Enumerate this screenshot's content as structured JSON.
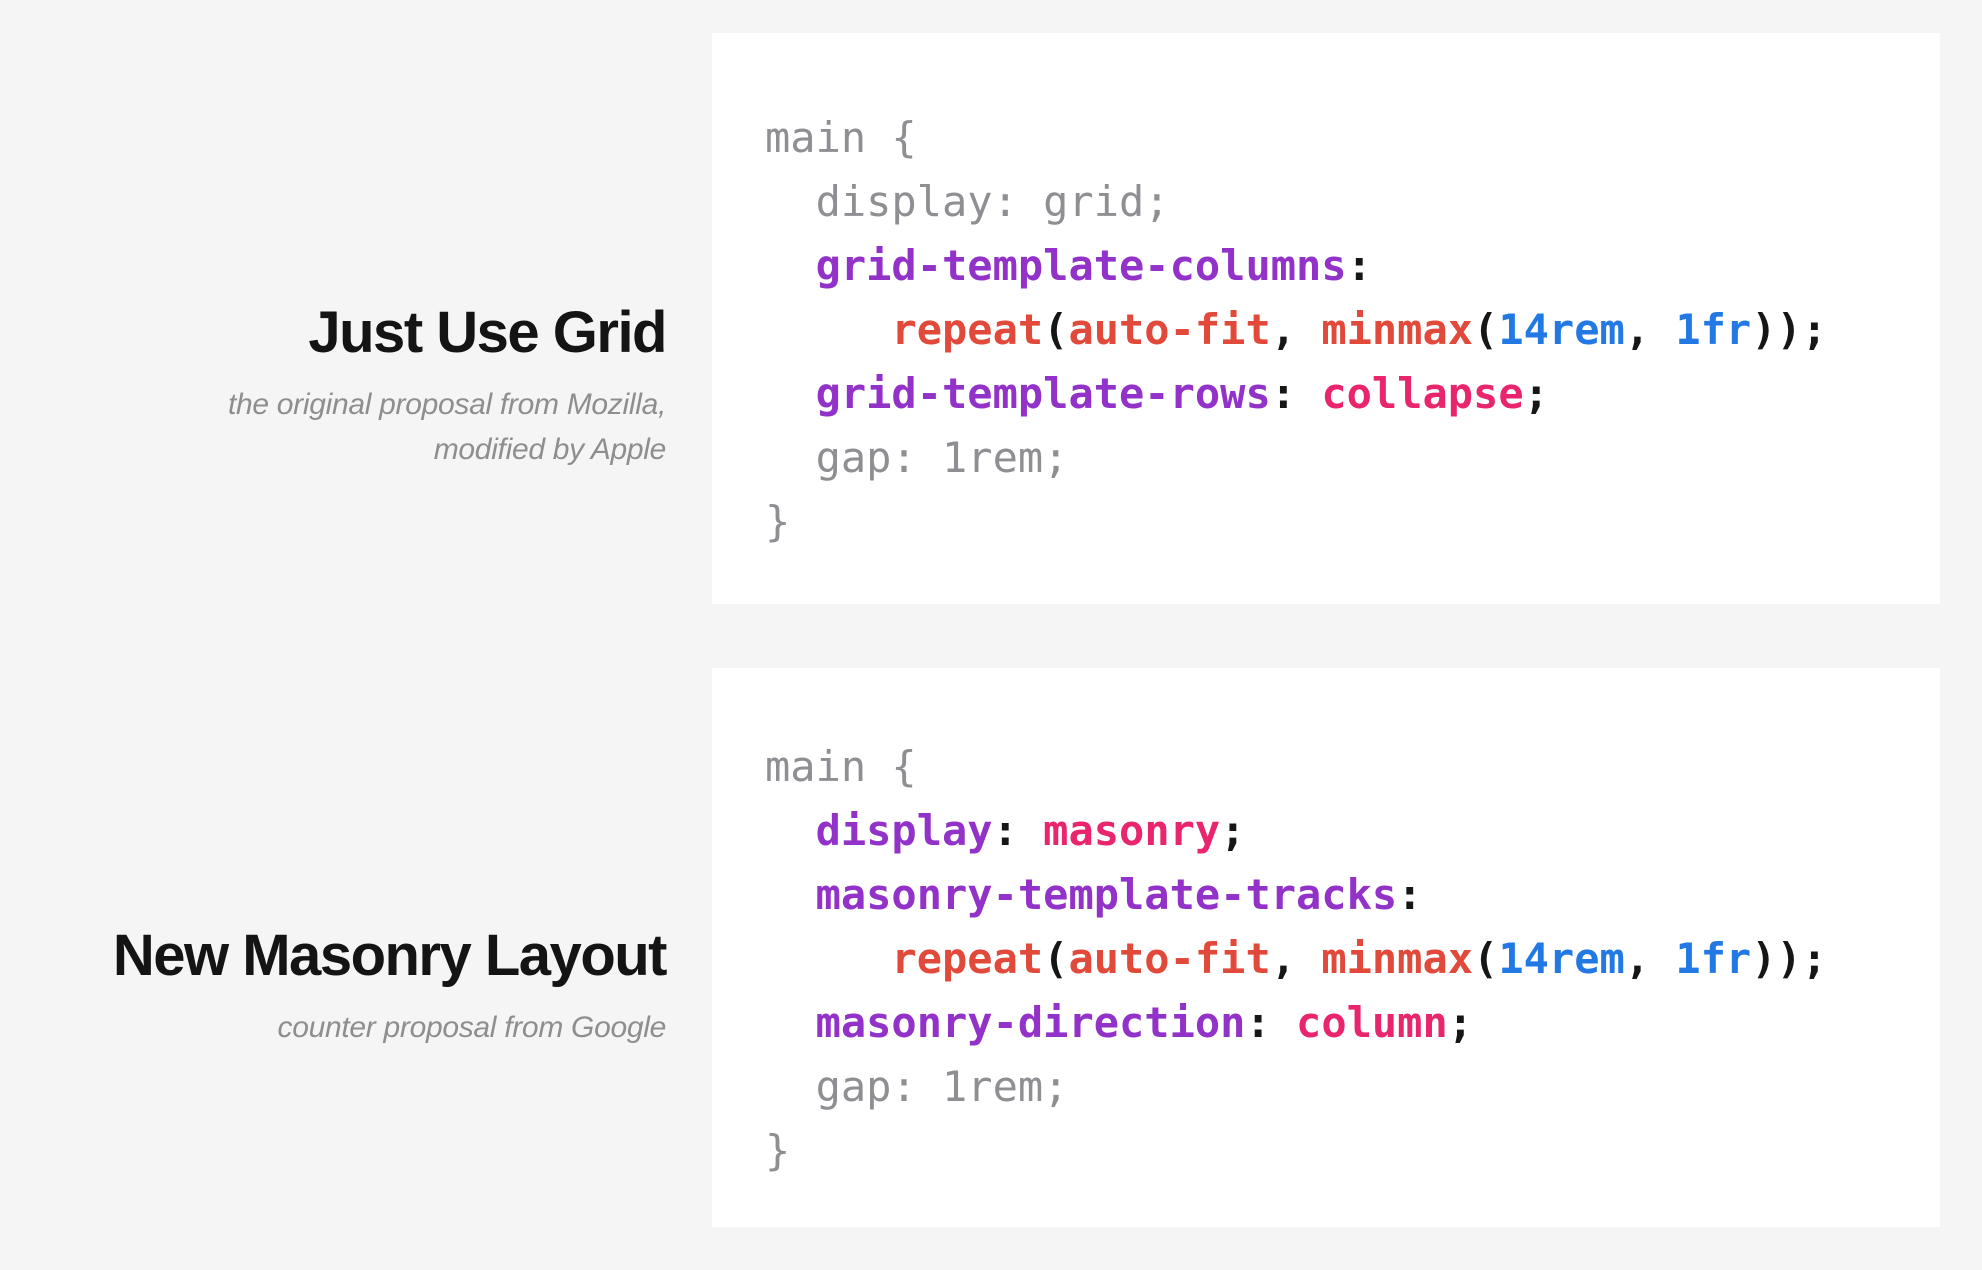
{
  "palette": {
    "page_bg": "#f5f5f6",
    "panel_bg": "#ffffff",
    "code_plain": "#8e8e93",
    "code_property": "#9232c8",
    "code_function": "#e1493a",
    "code_value": "#e9256e",
    "code_number": "#2379e3",
    "code_punct": "#161616",
    "title_color": "#141414",
    "subtitle_color": "#8e8e8e"
  },
  "sections": [
    {
      "label": {
        "title": "Just Use Grid",
        "subtitle_lines": [
          "the original proposal from Mozilla,",
          "modified by Apple"
        ]
      },
      "code": [
        [
          {
            "c": "plain",
            "t": "main {"
          }
        ],
        [
          {
            "c": "plain",
            "t": "  display: grid;"
          }
        ],
        [
          {
            "c": "plain",
            "t": "  "
          },
          {
            "c": "prop",
            "t": "grid-template-columns"
          },
          {
            "c": "punct",
            "t": ":"
          }
        ],
        [
          {
            "c": "plain",
            "t": "     "
          },
          {
            "c": "fn",
            "t": "repeat"
          },
          {
            "c": "punct",
            "t": "("
          },
          {
            "c": "fn",
            "t": "auto-fit"
          },
          {
            "c": "punct",
            "t": ", "
          },
          {
            "c": "fn",
            "t": "minmax"
          },
          {
            "c": "punct",
            "t": "("
          },
          {
            "c": "num",
            "t": "14rem"
          },
          {
            "c": "punct",
            "t": ", "
          },
          {
            "c": "num",
            "t": "1fr"
          },
          {
            "c": "punct",
            "t": "));"
          }
        ],
        [
          {
            "c": "plain",
            "t": "  "
          },
          {
            "c": "prop",
            "t": "grid-template-rows"
          },
          {
            "c": "punct",
            "t": ": "
          },
          {
            "c": "val",
            "t": "collapse"
          },
          {
            "c": "punct",
            "t": ";"
          }
        ],
        [
          {
            "c": "plain",
            "t": "  gap: 1rem;"
          }
        ],
        [
          {
            "c": "plain",
            "t": "}"
          }
        ]
      ]
    },
    {
      "label": {
        "title": "New Masonry Layout",
        "subtitle_lines": [
          "counter proposal from Google"
        ]
      },
      "code": [
        [
          {
            "c": "plain",
            "t": "main {"
          }
        ],
        [
          {
            "c": "plain",
            "t": "  "
          },
          {
            "c": "prop",
            "t": "display"
          },
          {
            "c": "punct",
            "t": ": "
          },
          {
            "c": "val",
            "t": "masonry"
          },
          {
            "c": "punct",
            "t": ";"
          }
        ],
        [
          {
            "c": "plain",
            "t": "  "
          },
          {
            "c": "prop",
            "t": "masonry-template-tracks"
          },
          {
            "c": "punct",
            "t": ":"
          }
        ],
        [
          {
            "c": "plain",
            "t": "     "
          },
          {
            "c": "fn",
            "t": "repeat"
          },
          {
            "c": "punct",
            "t": "("
          },
          {
            "c": "fn",
            "t": "auto-fit"
          },
          {
            "c": "punct",
            "t": ", "
          },
          {
            "c": "fn",
            "t": "minmax"
          },
          {
            "c": "punct",
            "t": "("
          },
          {
            "c": "num",
            "t": "14rem"
          },
          {
            "c": "punct",
            "t": ", "
          },
          {
            "c": "num",
            "t": "1fr"
          },
          {
            "c": "punct",
            "t": "));"
          }
        ],
        [
          {
            "c": "plain",
            "t": "  "
          },
          {
            "c": "prop",
            "t": "masonry-direction"
          },
          {
            "c": "punct",
            "t": ": "
          },
          {
            "c": "val",
            "t": "column"
          },
          {
            "c": "punct",
            "t": ";"
          }
        ],
        [
          {
            "c": "plain",
            "t": "  gap: 1rem;"
          }
        ],
        [
          {
            "c": "plain",
            "t": "}"
          }
        ]
      ]
    }
  ]
}
